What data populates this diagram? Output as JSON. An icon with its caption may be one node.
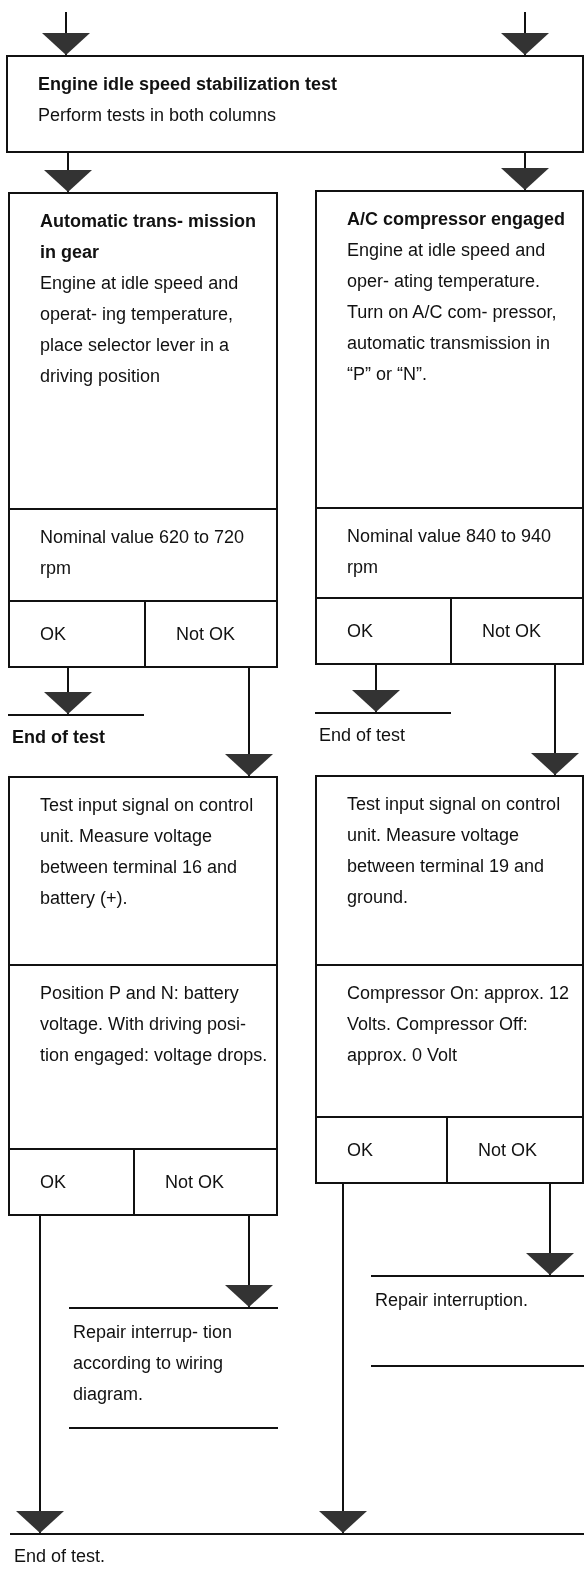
{
  "diagram": {
    "nodes": [
      {
        "text": [
          "Engine idle speed stabilization test",
          "Perform tests in both columns"
        ]
      },
      {
        "text": [
          "Automatic trans- mission in gear",
          "Engine at idle speed and operat- ing temperature, place selector lever in a driving position"
        ]
      },
      {
        "text": [
          "Nominal value 620 to 720 rpm"
        ]
      },
      {
        "text": [
          "OK"
        ]
      },
      {
        "text": [
          "Not OK"
        ]
      },
      {
        "text": [
          "A/C compressor engaged",
          "Engine at idle speed and oper- ating temperature. Turn on A/C com- pressor, automatic transmission in “P” or “N”."
        ]
      },
      {
        "text": [
          "Nominal value 840 to 940 rpm"
        ]
      },
      {
        "text": [
          "OK"
        ]
      },
      {
        "text": [
          "Not OK"
        ]
      },
      {
        "text": [
          "End of test"
        ]
      },
      {
        "text": [
          "End of test"
        ]
      },
      {
        "text": [
          "Test input signal on control unit. Measure voltage between terminal 16 and battery (+)."
        ]
      },
      {
        "text": [
          "Position P and N: battery voltage. With driving posi- tion engaged: voltage drops."
        ]
      },
      {
        "text": [
          "OK"
        ]
      },
      {
        "text": [
          "Not OK"
        ]
      },
      {
        "text": [
          "Test input signal on control unit. Measure voltage between terminal 19 and ground."
        ]
      },
      {
        "text": [
          "Compressor On: approx. 12 Volts. Compressor Off: approx. 0 Volt"
        ]
      },
      {
        "text": [
          "OK"
        ]
      },
      {
        "text": [
          "Not OK"
        ]
      },
      {
        "text": [
          "Repair interrup- tion according to wiring diagram."
        ]
      },
      {
        "text": [
          "Repair interruption."
        ]
      },
      {
        "text": [
          "End of test."
        ]
      }
    ],
    "edges": [
      {
        "from": null,
        "to": 0,
        "arrow": "to"
      },
      {
        "from": null,
        "to": 0,
        "arrow": "to"
      },
      {
        "from": 0,
        "to": 1,
        "arrow": "to"
      },
      {
        "from": 0,
        "to": 5,
        "arrow": "to"
      },
      {
        "from": 3,
        "to": 9,
        "arrow": "to"
      },
      {
        "from": 4,
        "to": 11,
        "arrow": "to"
      },
      {
        "from": 7,
        "to": 10,
        "arrow": "to"
      },
      {
        "from": 8,
        "to": 15,
        "arrow": "to"
      },
      {
        "from": 14,
        "to": 19,
        "arrow": "to"
      },
      {
        "from": 18,
        "to": 20,
        "arrow": "to"
      },
      {
        "from": 13,
        "to": 21,
        "arrow": "to"
      },
      {
        "from": 17,
        "to": 21,
        "arrow": "to"
      }
    ]
  }
}
